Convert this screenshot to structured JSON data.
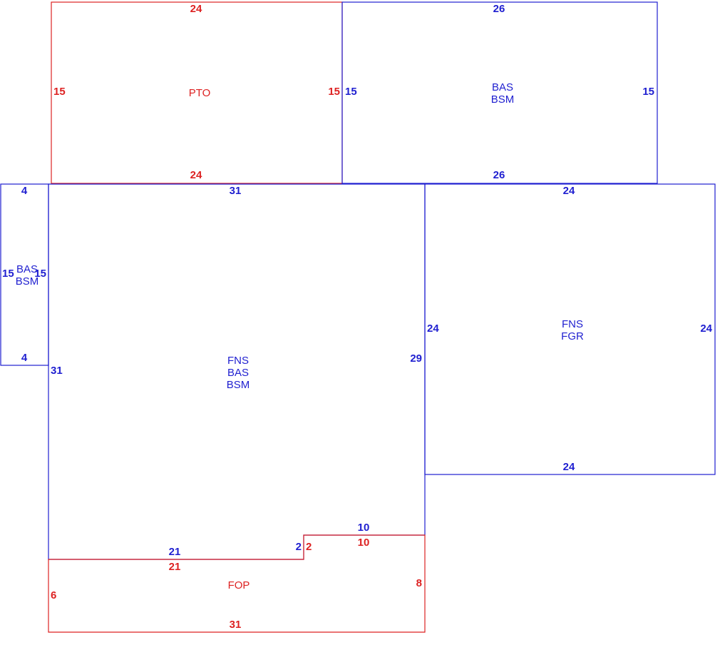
{
  "colors": {
    "living": "#1f1fd0",
    "porch": "#dd2222",
    "background": "#ffffff"
  },
  "areas": {
    "pto": {
      "codes": [
        "PTO"
      ],
      "dims": {
        "top": "24",
        "bottom": "24",
        "left": "15",
        "right": "15"
      }
    },
    "upper_bas": {
      "codes": [
        "BAS",
        "BSM"
      ],
      "dims": {
        "top": "26",
        "bottom": "26",
        "left": "15",
        "right": "15"
      }
    },
    "small_bas": {
      "codes": [
        "BAS",
        "BSM"
      ],
      "dims": {
        "top": "4",
        "bottom": "4",
        "left": "15",
        "right": "15"
      }
    },
    "main": {
      "codes": [
        "FNS",
        "BAS",
        "BSM"
      ],
      "dims": {
        "top": "31",
        "left": "31",
        "right": "29",
        "bottom_left": "21",
        "step": "2",
        "bottom_right": "10"
      }
    },
    "garage": {
      "codes": [
        "FNS",
        "FGR"
      ],
      "dims": {
        "top": "24",
        "bottom": "24",
        "left": "24",
        "right": "24"
      }
    },
    "fop": {
      "codes": [
        "FOP"
      ],
      "dims": {
        "top_left": "21",
        "top_right": "10",
        "step": "2",
        "left": "6",
        "right": "8",
        "bottom": "31"
      }
    }
  }
}
